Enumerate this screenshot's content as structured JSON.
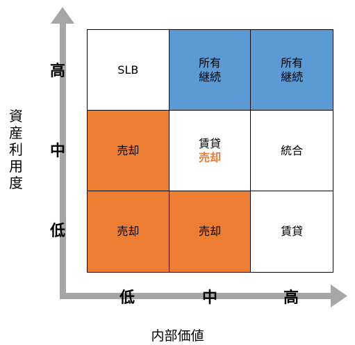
{
  "grid": {
    "rows": [
      [
        {
          "lines": [
            "SLB"
          ],
          "color": "white"
        },
        {
          "lines": [
            "所有",
            "継続"
          ],
          "color": "blue"
        },
        {
          "lines": [
            "所有",
            "継続"
          ],
          "color": "blue"
        }
      ],
      [
        {
          "lines": [
            "売却"
          ],
          "color": "orange"
        },
        {
          "lines": [
            "賃貸",
            "売却"
          ],
          "color": "white",
          "accent_line": 1
        },
        {
          "lines": [
            "統合"
          ],
          "color": "white"
        }
      ],
      [
        {
          "lines": [
            "売却"
          ],
          "color": "orange"
        },
        {
          "lines": [
            "売却"
          ],
          "color": "orange"
        },
        {
          "lines": [
            "賃貸"
          ],
          "color": "white"
        }
      ]
    ]
  },
  "y_axis": {
    "title_chars": [
      "資",
      "産",
      "利",
      "用",
      "度"
    ],
    "ticks": [
      "高",
      "中",
      "低"
    ]
  },
  "x_axis": {
    "title": "内部価値",
    "ticks": [
      "低",
      "中",
      "高"
    ]
  },
  "colors": {
    "blue": "#5b9bd5",
    "orange": "#ed7d31",
    "arrow": "#a6a6a6",
    "border": "#000000"
  }
}
